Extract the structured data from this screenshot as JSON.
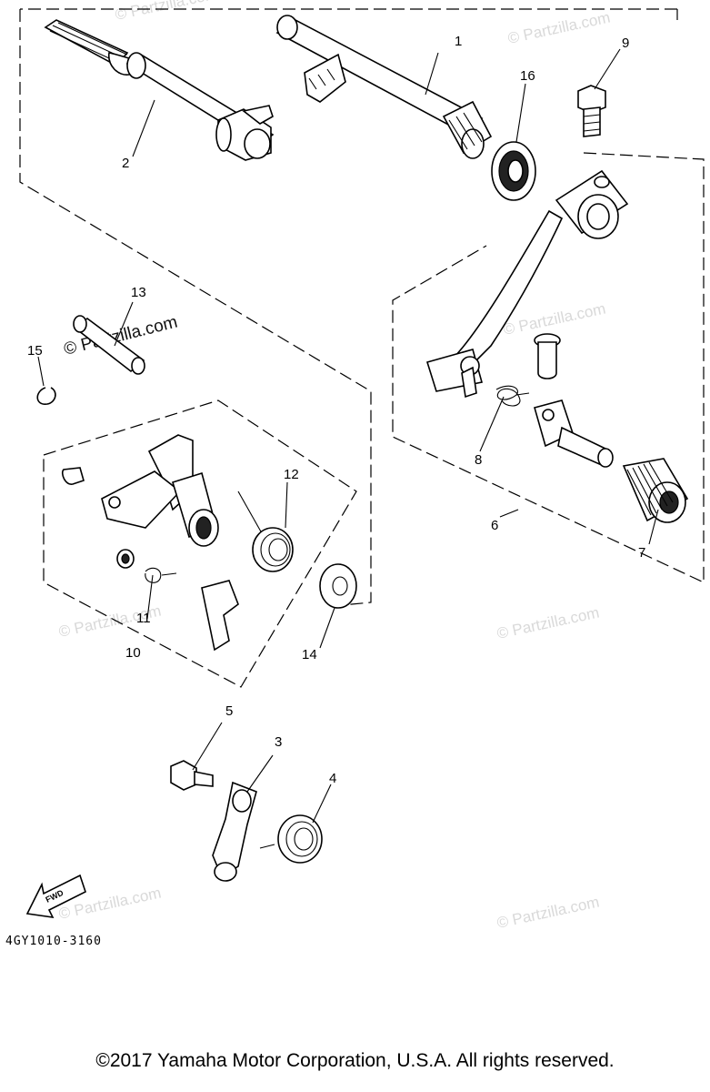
{
  "callouts": [
    "1",
    "2",
    "3",
    "4",
    "5",
    "6",
    "7",
    "8",
    "9",
    "10",
    "11",
    "12",
    "13",
    "14",
    "15",
    "16"
  ],
  "watermark": "© Partzilla.com",
  "watermark_dark": "© Partzilla.com",
  "fwd_label": "FWD",
  "diagram_code": "4GY1010-3160",
  "copyright": "©2017  Yamaha Motor Corporation, U.S.A. All rights reserved."
}
